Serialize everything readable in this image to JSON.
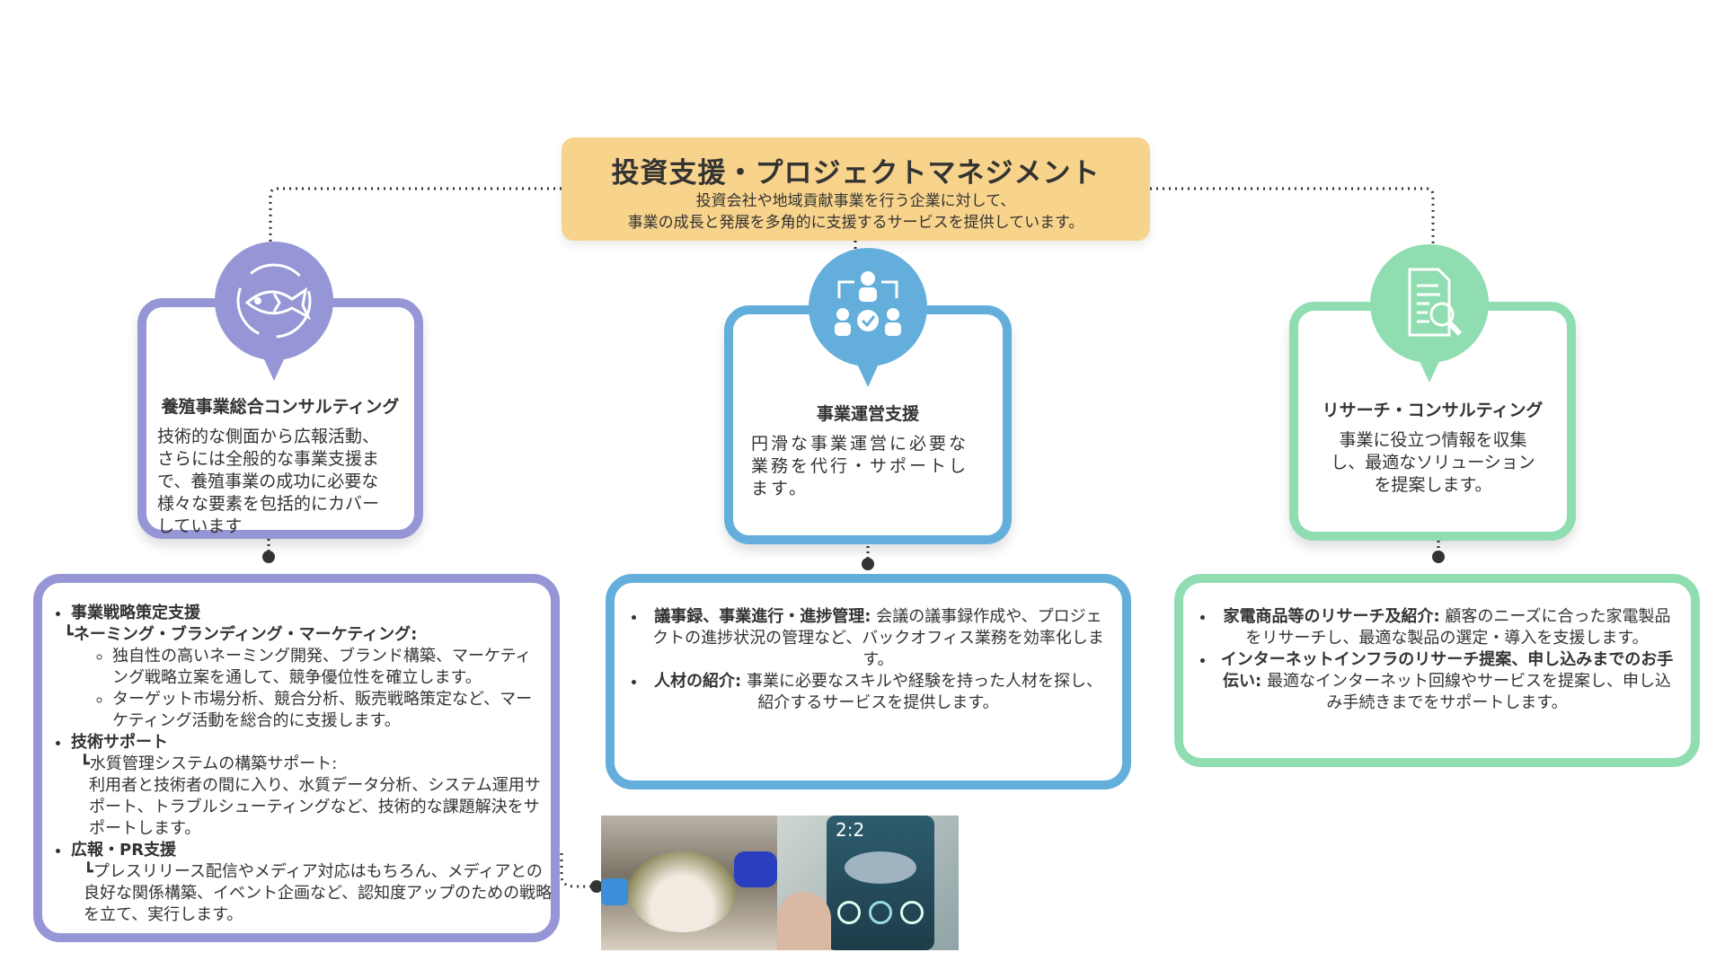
{
  "header": {
    "title": "投資支援・プロジェクトマネジメント",
    "subtitle_line1": "投資会社や地域貢献事業を行う企業に対して、",
    "subtitle_line2": "事業の成長と発展を多角的に支援するサービスを提供しています。",
    "color": "#F8D38B"
  },
  "cards": [
    {
      "icon": "fish-icon",
      "color": "#9696D6",
      "title": "養殖事業総合コンサルティング",
      "body": "技術的な側面から広報活動、さらには全般的な事業支援まで、養殖事業の成功に必要な様々な要素を包括的にカバーしています"
    },
    {
      "icon": "team-management-icon",
      "color": "#63AEDB",
      "title": "事業運営支援",
      "body": "円滑な事業運営に必要な業務を代行・サポートします。"
    },
    {
      "icon": "document-search-icon",
      "color": "#8FDDB0",
      "title": "リサーチ・コンサルティング",
      "body": "事業に役立つ情報を収集し、最適なソリューションを提案します。"
    }
  ],
  "details_left": {
    "item1_title": "事業戦略策定支援",
    "item1_sub": "┗ネーミング・ブランディング・マーケティング:",
    "item1_points": [
      "独自性の高いネーミング開発、ブランド構築、マーケティング戦略立案を通して、競争優位性を確立します。",
      "ターゲット市場分析、競合分析、販売戦略策定など、マーケティング活動を総合的に支援します。"
    ],
    "item2_title": "技術サポート",
    "item2_sub": "┗水質管理システムの構築サポート:",
    "item2_text": "利用者と技術者の間に入り、水質データ分析、システム運用サポート、トラブルシューティングなど、技術的な課題解決をサポートします。",
    "item3_title": "広報・PR支援",
    "item3_text": "┗プレスリリース配信やメディア対応はもちろん、メディアとの良好な関係構築、イベント企画など、認知度アップのための戦略を立て、実行します。"
  },
  "details_middle": [
    {
      "bold": "議事録、事業進行・進捗管理:",
      "text": " 会議の議事録作成や、プロジェクトの進捗状況の管理など、バックオフィス業務を効率化します。"
    },
    {
      "bold": "人材の紹介:",
      "text": " 事業に必要なスキルや経験を持った人材を探し、紹介するサービスを提供します。"
    }
  ],
  "details_right": [
    {
      "bold": "家電商品等のリサーチ及紹介:",
      "text": " 顧客のニーズに合った家電製品をリサーチし、最適な製品の選定・導入を支援します。"
    },
    {
      "bold": "インターネットインフラのリサーチ提案、申し込みまでのお手伝い:",
      "text": " 最適なインターネット回線やサービスを提案し、申し込み手続きまでをサポートします。"
    }
  ],
  "photos": {
    "phone_time": "2:2"
  }
}
